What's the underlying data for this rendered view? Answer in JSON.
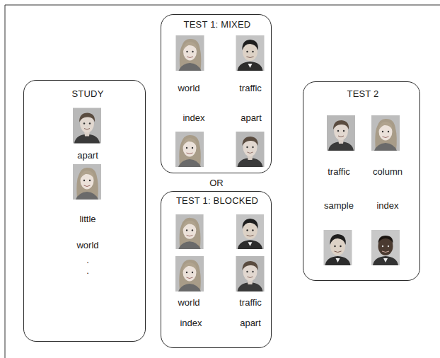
{
  "diagram": {
    "nodes": [
      {
        "text": [
          "STUDY",
          "apart",
          "little",
          "world",
          ".",
          "."
        ]
      },
      {
        "text": [
          "TEST 1: MIXED",
          "world",
          "traffic",
          "index",
          "apart"
        ]
      },
      {
        "text": [
          "TEST 1: BLOCKED",
          "world",
          "traffic",
          "index",
          "apart"
        ]
      },
      {
        "text": [
          "TEST 2",
          "traffic",
          "column",
          "sample",
          "index"
        ]
      }
    ],
    "labels": [
      "OR"
    ]
  }
}
